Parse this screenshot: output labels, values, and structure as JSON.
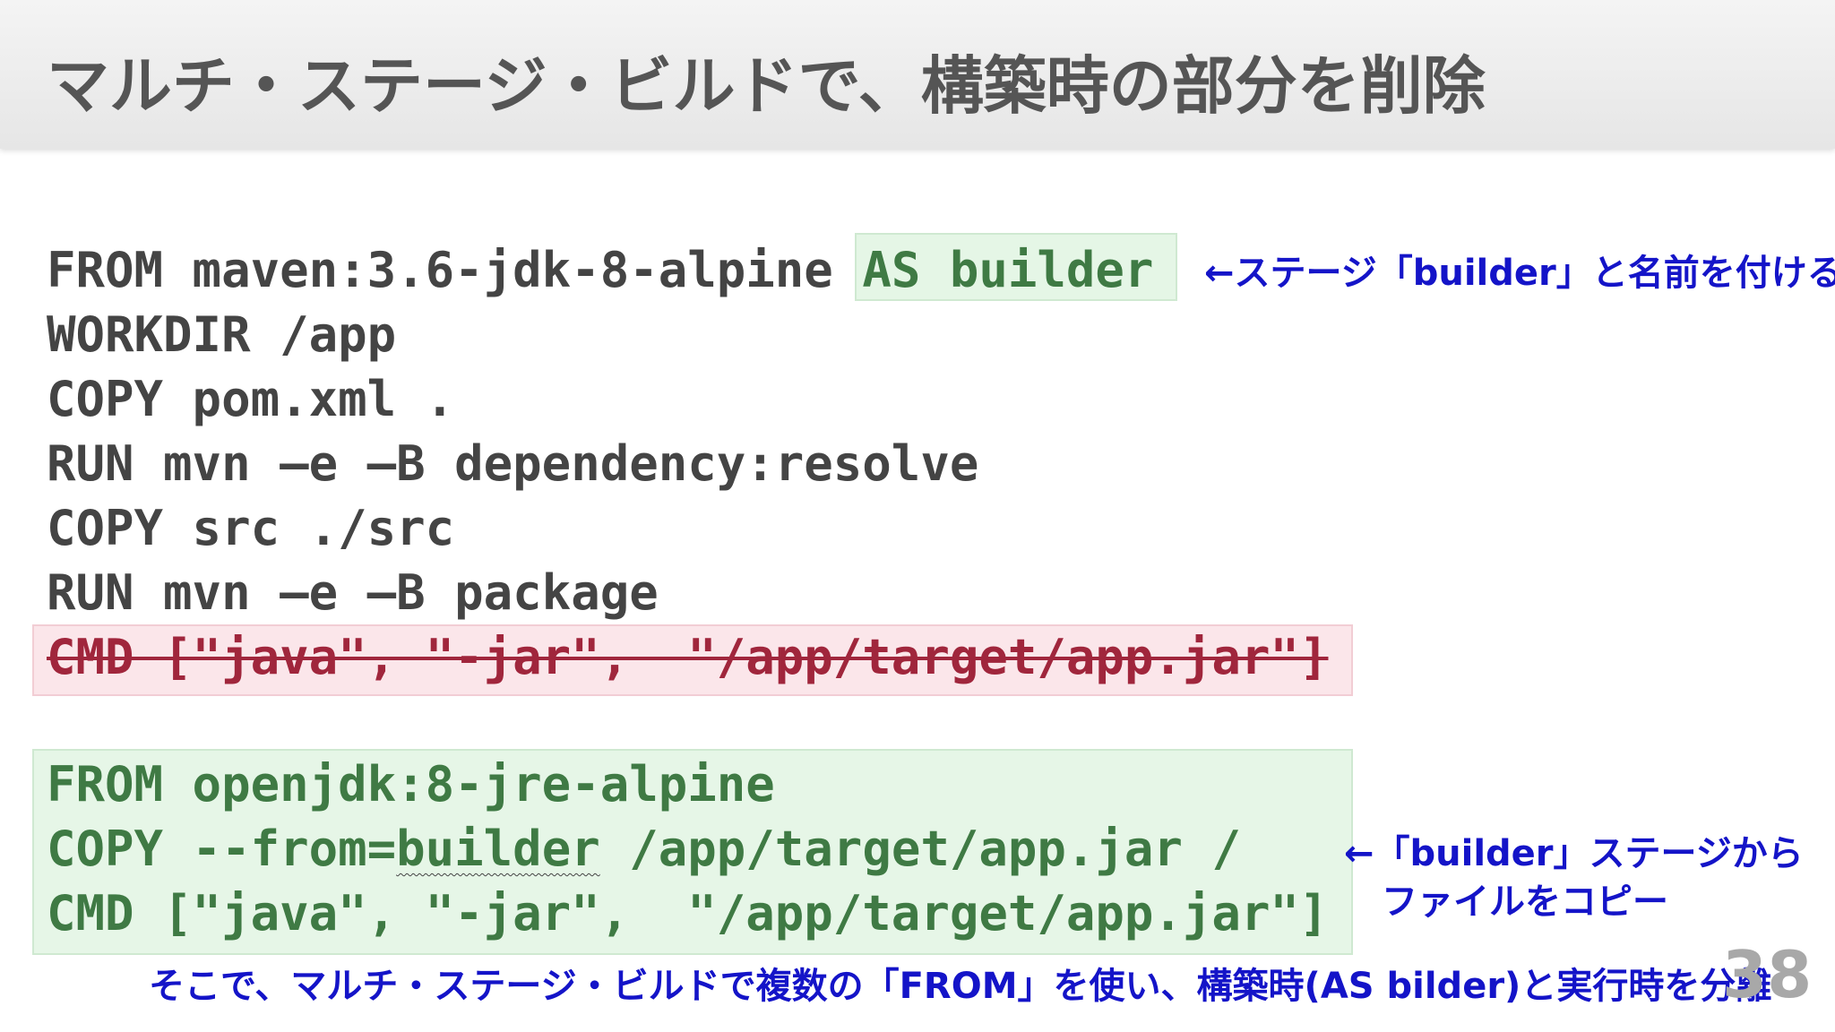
{
  "slide": {
    "title": "マルチ・ステージ・ビルドで、構築時の部分を削除",
    "page_number": "38"
  },
  "code": {
    "stage1": {
      "line1_cmd": "FROM maven:3.6-jdk-8-alpine ",
      "line1_alias": "AS builder",
      "line2": "WORKDIR /app",
      "line3": "COPY pom.xml .",
      "line4": "RUN mvn –e –B dependency:resolve",
      "line5": "COPY src ./src",
      "line6": "RUN mvn –e –B package",
      "line7_removed": "CMD [\"java\", \"-jar\",  \"/app/target/app.jar\"]"
    },
    "stage2": {
      "line1": "FROM openjdk:8-jre-alpine",
      "line2_prefix": "COPY --from=",
      "line2_ref": "builder",
      "line2_suffix": " /app/target/app.jar /",
      "line3": "CMD [\"java\", \"-jar\",  \"/app/target/app.jar\"]"
    }
  },
  "annotations": {
    "builder_name": "←ステージ「builder」と名前を付ける",
    "copy_from_line1": "←「builder」ステージから",
    "copy_from_line2": "ファイルをコピー",
    "summary": "そこで、マルチ・ステージ・ビルドで複数の「FROM」を使い、構築時(AS bilder)と実行時を分離"
  },
  "colors": {
    "annotation_blue": "#1414c8",
    "kept_code_green": "#3f7a44",
    "removed_code_red": "#a0263c",
    "title_gray": "#555555"
  }
}
